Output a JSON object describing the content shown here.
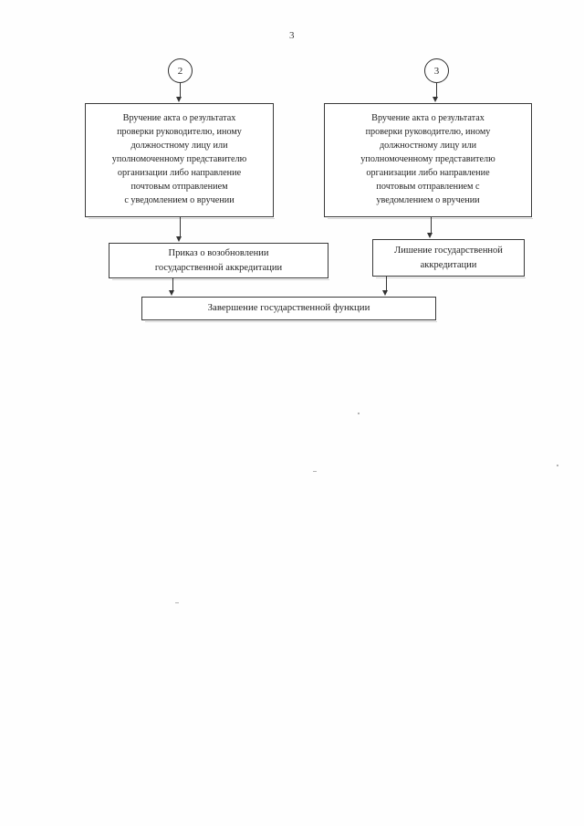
{
  "document": {
    "page_number": "3"
  },
  "chart_data": {
    "type": "diagram",
    "title": "",
    "nodes": [
      {
        "id": "conn-2",
        "shape": "circle",
        "label": "2"
      },
      {
        "id": "conn-3",
        "shape": "circle",
        "label": "3"
      },
      {
        "id": "box-left-top",
        "shape": "rect",
        "label": "Вручение акта о результатах\nпроверки руководителю, иному\nдолжностному лицу или\nуполномоченному представителю\nорганизации либо направление\nпочтовым отправлением\nс уведомлением о вручении"
      },
      {
        "id": "box-right-top",
        "shape": "rect",
        "label": "Вручение акта о результатах\nпроверки руководителю, иному\nдолжностному лицу или\nуполномоченному представителю\nорганизации либо направление\nпочтовым отправлением с\nуведомлением о вручении"
      },
      {
        "id": "box-left-mid",
        "shape": "rect",
        "label": "Приказ о возобновлении\nгосударственной аккредитации"
      },
      {
        "id": "box-right-mid",
        "shape": "rect",
        "label": "Лишение государственной\nаккредитации"
      },
      {
        "id": "box-bottom",
        "shape": "rect",
        "label": "Завершение государственной функции"
      }
    ],
    "edges": [
      {
        "from": "conn-2",
        "to": "box-left-top",
        "arrow": true
      },
      {
        "from": "conn-3",
        "to": "box-right-top",
        "arrow": true
      },
      {
        "from": "box-left-top",
        "to": "box-left-mid",
        "arrow": true
      },
      {
        "from": "box-right-top",
        "to": "box-right-mid",
        "arrow": true
      },
      {
        "from": "box-left-mid",
        "to": "box-bottom",
        "arrow": true
      },
      {
        "from": "box-right-mid",
        "to": "box-bottom",
        "arrow": true
      }
    ]
  },
  "flowchart": {
    "connector_2": "2",
    "connector_3": "3",
    "left_top_box": "Вручение акта о результатах\nпроверки руководителю, иному\nдолжностному лицу или\nуполномоченному представителю\nорганизации либо направление\nпочтовым отправлением\nс уведомлением о вручении",
    "right_top_box": "Вручение акта о результатах\nпроверки руководителю, иному\nдолжностному лицу или\nуполномоченному представителю\nорганизации либо направление\nпочтовым отправлением с\nуведомлением о вручении",
    "left_mid_box": "Приказ о возобновлении\nгосударственной аккредитации",
    "right_mid_box": "Лишение государственной\nаккредитации",
    "bottom_box": "Завершение государственной функции"
  },
  "colors": {
    "ink": "#2b2b2b",
    "line": "#333333",
    "paper": "#ffffff"
  }
}
